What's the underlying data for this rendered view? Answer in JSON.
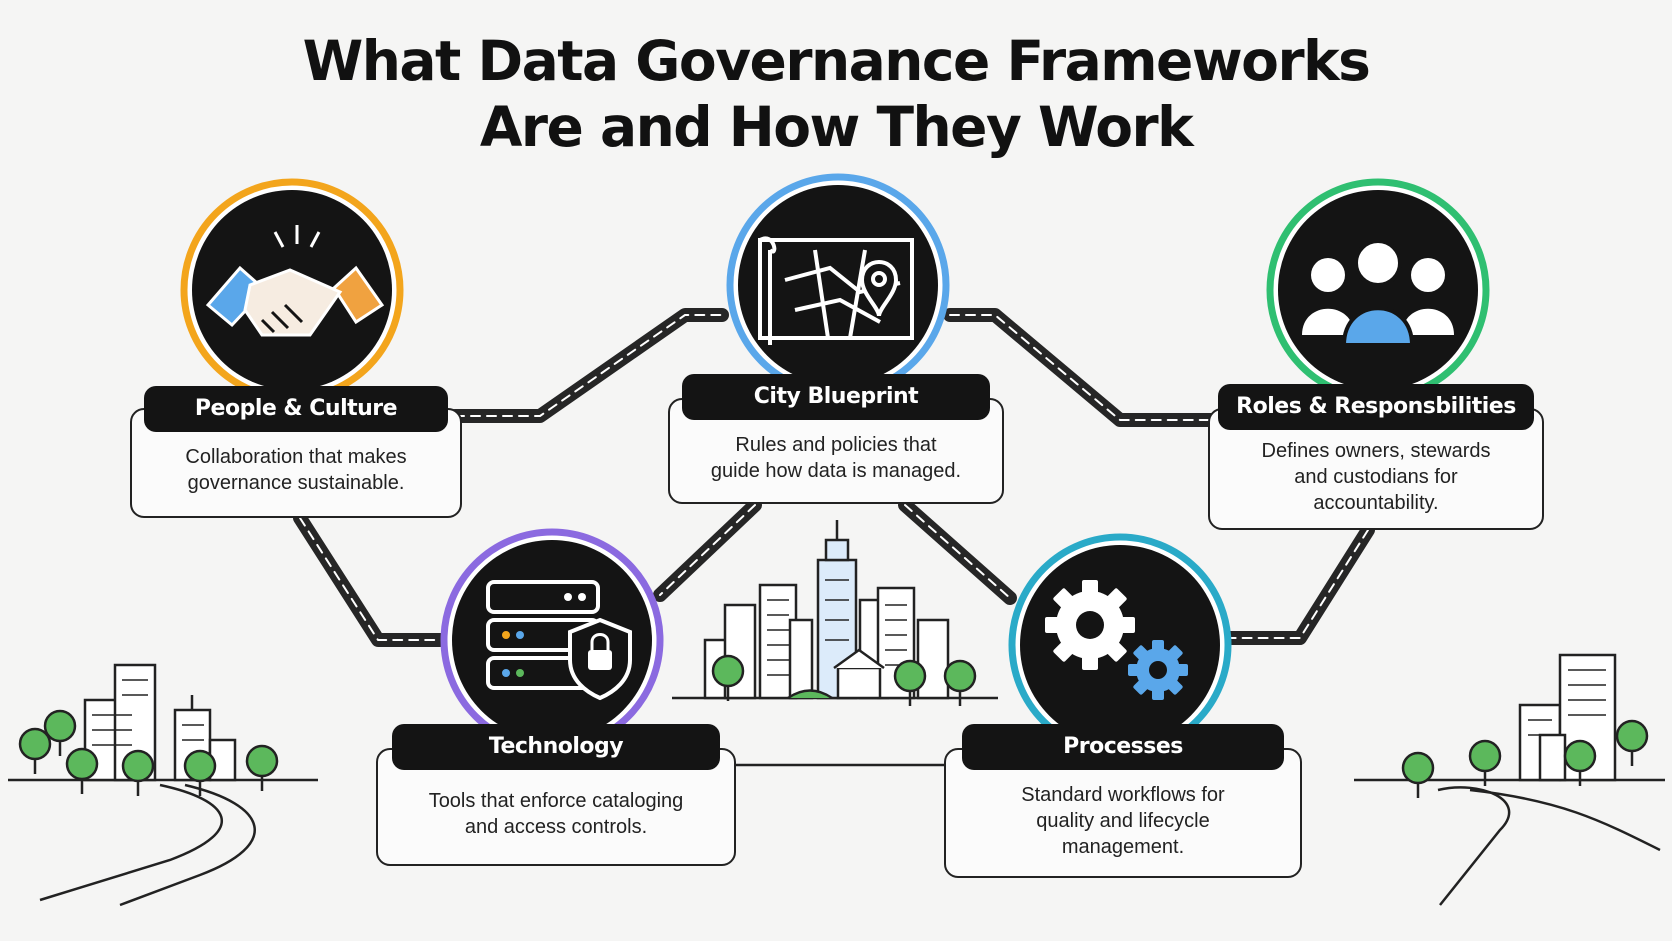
{
  "title": {
    "line1": "What Data Governance Frameworks",
    "line2": "Are and How They Work"
  },
  "nodes": [
    {
      "id": "people",
      "label": "People & Culture",
      "description": "Collaboration that makes\ngovernance sustainable.",
      "icon": "handshake-icon",
      "ring_color": "#f3a51c"
    },
    {
      "id": "blueprint",
      "label": "City Blueprint",
      "description": "Rules and policies that\nguide how data is managed.",
      "icon": "map-pin-icon",
      "ring_color": "#5aa7ea"
    },
    {
      "id": "roles",
      "label": "Roles & Responsbilities",
      "description": "Defines owners, stewards\nand custodians for\naccountability.",
      "icon": "people-group-icon",
      "ring_color": "#2fbf71"
    },
    {
      "id": "technology",
      "label": "Technology",
      "description": "Tools that enforce cataloging\nand access controls.",
      "icon": "server-lock-icon",
      "ring_color": "#8b6ae0"
    },
    {
      "id": "processes",
      "label": "Processes",
      "description": "Standard workflows for\nquality and lifecycle\nmanagement.",
      "icon": "gears-icon",
      "ring_color": "#2aaac8"
    }
  ],
  "colors": {
    "accent_blue": "#5aa7ea",
    "tree_green": "#5cb85c",
    "road": "#262626",
    "background": "#f5f5f4"
  }
}
